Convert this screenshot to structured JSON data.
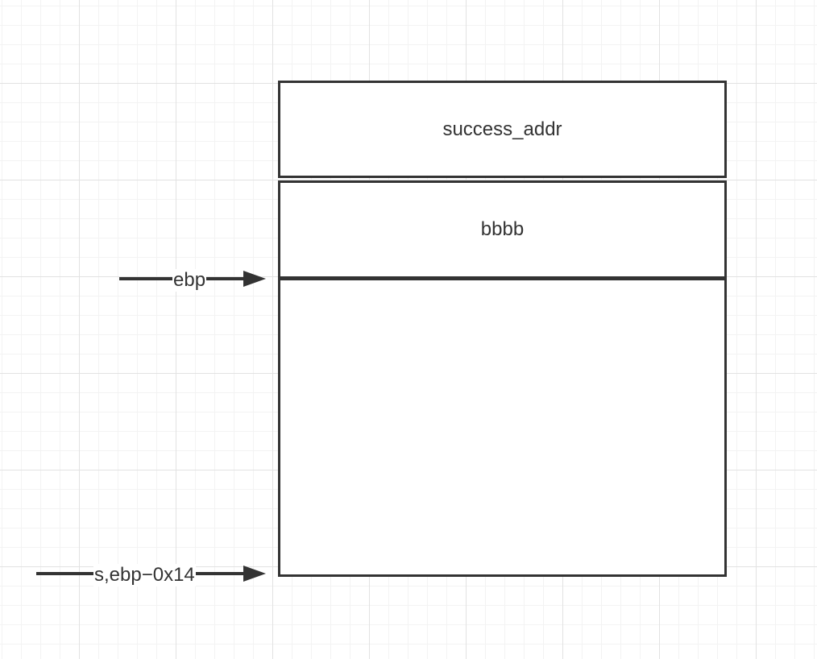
{
  "stack": {
    "success_label": "success_addr",
    "bbbb_label": "bbbb",
    "buffer_label": ""
  },
  "pointers": {
    "ebp_label": "ebp",
    "s_label": "s,ebp−0x14"
  },
  "colors": {
    "stroke": "#333333",
    "grid_major": "#e2e2e2",
    "grid_minor": "#f3f3f3"
  }
}
